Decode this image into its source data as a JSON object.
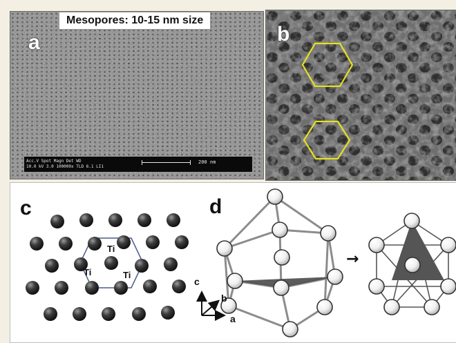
{
  "panel_a": {
    "letter": "a",
    "title": "Mesopores: 10-15 nm size",
    "info_line1": "Acc.V  Spot Magn    Det  WD",
    "info_line2": "10.0 kV 3.0  100000x TLD  6.1   LI1",
    "scale_bar_label": "200 nm"
  },
  "panel_b": {
    "letter": "b",
    "highlight_color": "#e6e020"
  },
  "panel_c": {
    "letter": "c",
    "labels": [
      "Ti",
      "Ti",
      "Ti"
    ]
  },
  "panel_d": {
    "letter": "d",
    "axes": {
      "c": "c",
      "b": "b",
      "a": "a"
    },
    "arrow": "→"
  }
}
